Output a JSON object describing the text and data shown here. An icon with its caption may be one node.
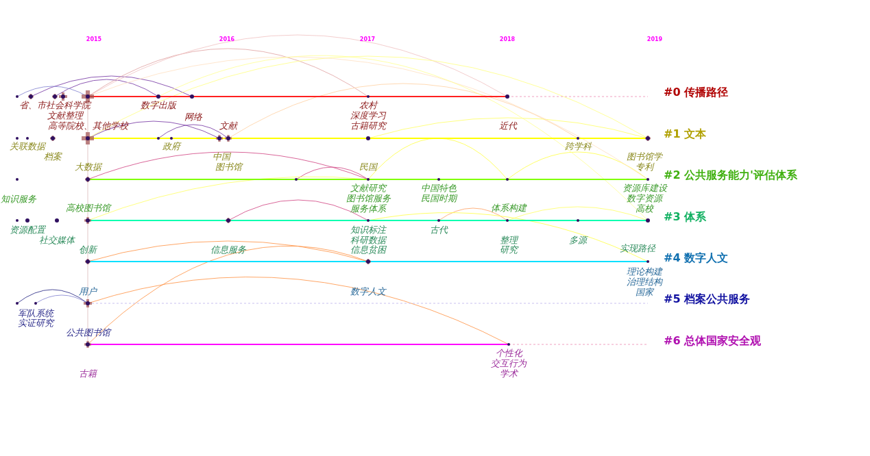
{
  "diagram": {
    "labels": [
      "2015",
      "2016",
      "2017",
      "2018",
      "2019",
      "#0 传播路径",
      "省、市社会科学院",
      "数字出版",
      "农村",
      "文献整理",
      "网络",
      "深度学习",
      "高等院校、其他学校",
      "文献",
      "古籍研究",
      "近代",
      "#1 文本",
      "关联数据",
      "政府",
      "跨学科",
      "档案",
      "中国",
      "图书馆学",
      "大数据",
      "图书馆",
      "民国",
      "专利",
      "#2 公共服务能力'评估体系",
      "文献研究",
      "中国特色",
      "资源库建设",
      "知识服务",
      "图书馆服务",
      "民国时期",
      "数字资源",
      "高校图书馆",
      "服务体系",
      "体系构建",
      "高校",
      "#3 体系",
      "资源配置",
      "知识标注",
      "古代",
      "社交媒体",
      "科研数据",
      "整理",
      "多源",
      "创新",
      "信息服务",
      "信息贫困",
      "研究",
      "实现路径",
      "#4 数字人文",
      "理论构建",
      "治理结构",
      "用户",
      "数字人文",
      "国家",
      "#5 档案公共服务",
      "军队系统",
      "实证研究",
      "公共图书馆",
      "#6 总体国家安全观",
      "个性化",
      "交互行为",
      "古籍",
      "学术"
    ]
  }
}
